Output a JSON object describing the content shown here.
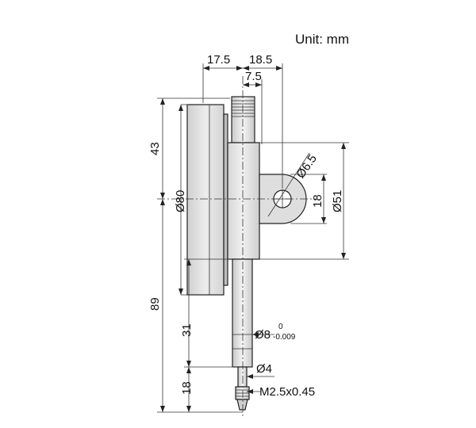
{
  "unit_label": "Unit: mm",
  "dimensions": {
    "width_left": "17.5",
    "width_right": "18.5",
    "stem_offset": "7.5",
    "top_height": "43",
    "bottom_height": "89",
    "dial_diameter": "Ø80",
    "hole_diameter": "Ø6.5",
    "lug_height": "18",
    "back_diameter": "Ø51",
    "stem_length": "31",
    "stem_diameter": "Ø8",
    "stem_tol_upper": "0",
    "stem_tol_lower": "-0.009",
    "spindle_diameter": "Ø4",
    "tip_length": "18",
    "thread": "M2.5x0.45"
  },
  "colors": {
    "body_fill": "#dcdcdc",
    "body_light": "#f2f2f2",
    "body_dark": "#bdbdbd",
    "line": "#222222"
  }
}
